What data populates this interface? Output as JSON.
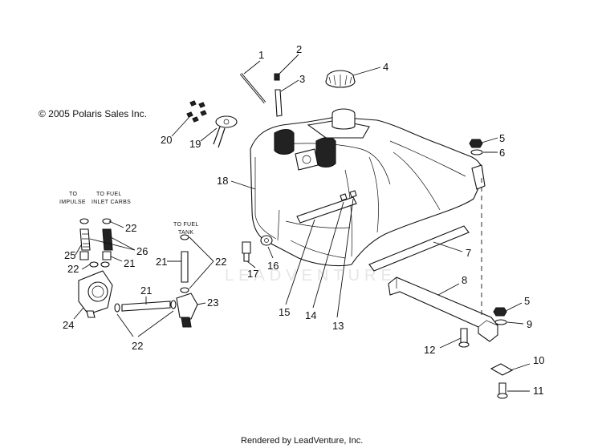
{
  "copyright": "© 2005 Polaris Sales Inc.",
  "footer": "Rendered by LeadVenture, Inc.",
  "watermark": "LEADVENTURE",
  "notes": {
    "to_impulse_1": "TO",
    "to_impulse_2": "IMPULSE",
    "to_fuel_inlet_1": "TO FUEL",
    "to_fuel_inlet_2": "INLET CARBS",
    "to_fuel_tank_1": "TO FUEL",
    "to_fuel_tank_2": "TANK"
  },
  "callouts": [
    {
      "id": "c1",
      "label": "1"
    },
    {
      "id": "c2",
      "label": "2"
    },
    {
      "id": "c3",
      "label": "3"
    },
    {
      "id": "c4",
      "label": "4"
    },
    {
      "id": "c5a",
      "label": "5"
    },
    {
      "id": "c6",
      "label": "6"
    },
    {
      "id": "c7",
      "label": "7"
    },
    {
      "id": "c8",
      "label": "8"
    },
    {
      "id": "c5b",
      "label": "5"
    },
    {
      "id": "c9",
      "label": "9"
    },
    {
      "id": "c10",
      "label": "10"
    },
    {
      "id": "c11",
      "label": "11"
    },
    {
      "id": "c12",
      "label": "12"
    },
    {
      "id": "c13",
      "label": "13"
    },
    {
      "id": "c14",
      "label": "14"
    },
    {
      "id": "c15",
      "label": "15"
    },
    {
      "id": "c16",
      "label": "16"
    },
    {
      "id": "c17",
      "label": "17"
    },
    {
      "id": "c18",
      "label": "18"
    },
    {
      "id": "c19",
      "label": "19"
    },
    {
      "id": "c20",
      "label": "20"
    },
    {
      "id": "c22a",
      "label": "22"
    },
    {
      "id": "c26",
      "label": "26"
    },
    {
      "id": "c25",
      "label": "25"
    },
    {
      "id": "c21a",
      "label": "21"
    },
    {
      "id": "c22b",
      "label": "22"
    },
    {
      "id": "c21b",
      "label": "21"
    },
    {
      "id": "c21c",
      "label": "21"
    },
    {
      "id": "c22c",
      "label": "22"
    },
    {
      "id": "c21d",
      "label": "21"
    },
    {
      "id": "c23",
      "label": "23"
    },
    {
      "id": "c24",
      "label": "24"
    },
    {
      "id": "c22d",
      "label": "22"
    }
  ]
}
